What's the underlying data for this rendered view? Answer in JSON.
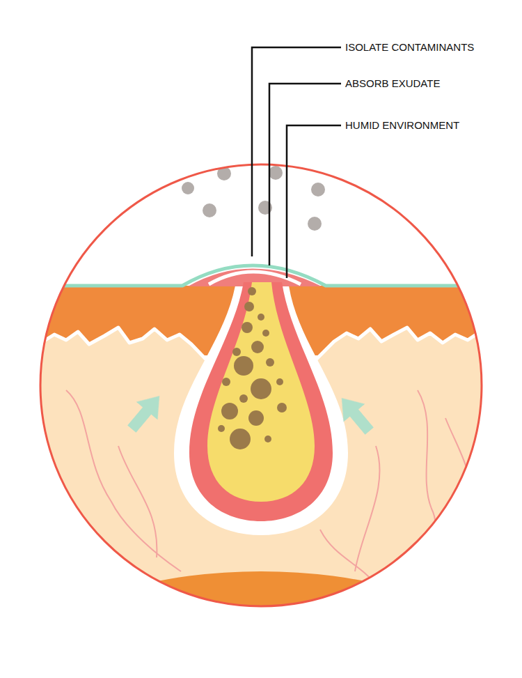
{
  "diagram": {
    "labels": [
      "ISOLATE CONTAMINANTS",
      "ABSORB EXUDATE",
      "HUMID ENVIRONMENT"
    ]
  }
}
